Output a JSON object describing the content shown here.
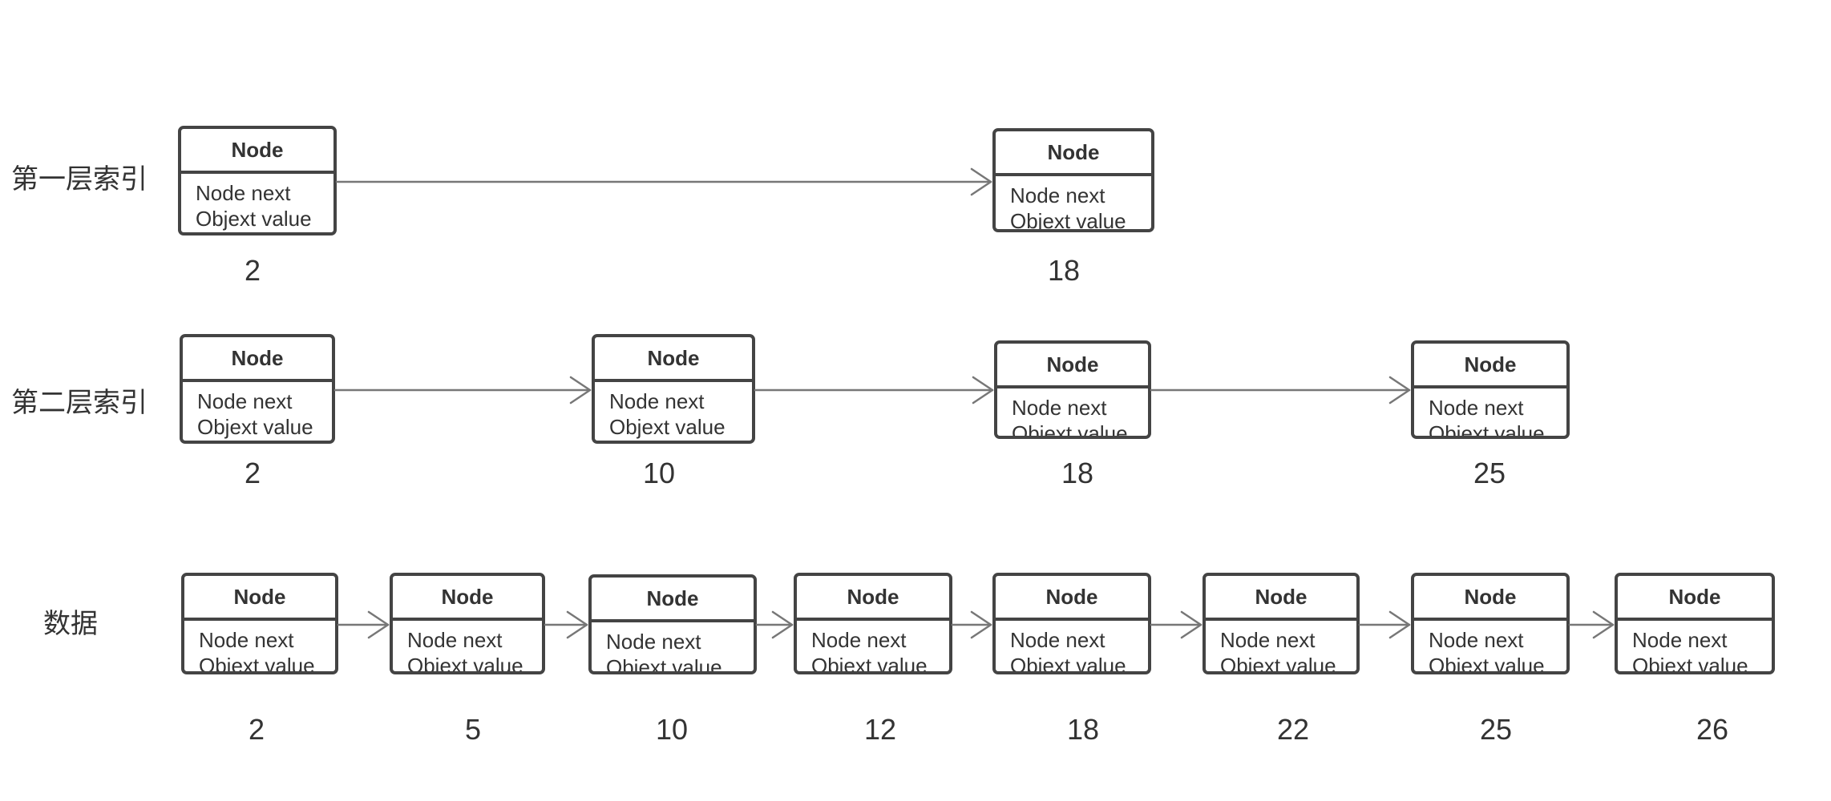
{
  "levels": [
    {
      "label": "第一层索引",
      "nodes": [
        {
          "header": "Node",
          "field_next": "Node next",
          "field_value": "Objext value",
          "key": "2"
        },
        {
          "header": "Node",
          "field_next": "Node next",
          "field_value": "Objext value",
          "key": "18"
        }
      ]
    },
    {
      "label": "第二层索引",
      "nodes": [
        {
          "header": "Node",
          "field_next": "Node next",
          "field_value": "Objext value",
          "key": "2"
        },
        {
          "header": "Node",
          "field_next": "Node next",
          "field_value": "Objext value",
          "key": "10"
        },
        {
          "header": "Node",
          "field_next": "Node next",
          "field_value": "Objext value",
          "key": "18"
        },
        {
          "header": "Node",
          "field_next": "Node next",
          "field_value": "Objext value",
          "key": "25"
        }
      ]
    },
    {
      "label": "数据",
      "nodes": [
        {
          "header": "Node",
          "field_next": "Node next",
          "field_value": "Objext value",
          "key": "2"
        },
        {
          "header": "Node",
          "field_next": "Node next",
          "field_value": "Objext value",
          "key": "5"
        },
        {
          "header": "Node",
          "field_next": "Node next",
          "field_value": "Objext value",
          "key": "10"
        },
        {
          "header": "Node",
          "field_next": "Node next",
          "field_value": "Objext value",
          "key": "12"
        },
        {
          "header": "Node",
          "field_next": "Node next",
          "field_value": "Objext value",
          "key": "18"
        },
        {
          "header": "Node",
          "field_next": "Node next",
          "field_value": "Objext value",
          "key": "22"
        },
        {
          "header": "Node",
          "field_next": "Node next",
          "field_value": "Objext value",
          "key": "25"
        },
        {
          "header": "Node",
          "field_next": "Node next",
          "field_value": "Objext value",
          "key": "26"
        }
      ]
    }
  ],
  "colors": {
    "border": "#444444",
    "arrow": "#777777",
    "text": "#333333"
  }
}
